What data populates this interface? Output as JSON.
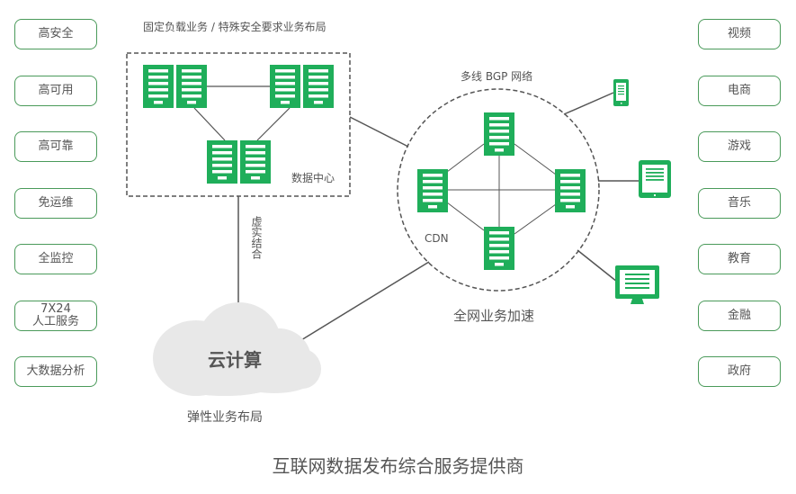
{
  "left_features": [
    {
      "label": "高安全"
    },
    {
      "label": "高可用"
    },
    {
      "label": "高可靠"
    },
    {
      "label": "免运维"
    },
    {
      "label": "全监控"
    },
    {
      "label": "7X24\n人工服务"
    },
    {
      "label": "大数据分析"
    }
  ],
  "right_industries": [
    {
      "label": "视频"
    },
    {
      "label": "电商"
    },
    {
      "label": "游戏"
    },
    {
      "label": "音乐"
    },
    {
      "label": "教育"
    },
    {
      "label": "金融"
    },
    {
      "label": "政府"
    }
  ],
  "datacenter": {
    "title": "固定负载业务 / 特殊安全要求业务布局",
    "label": "数据中心",
    "server_icon": "server-icon"
  },
  "link_label": "虚实结合",
  "cloud": {
    "label": "云计算",
    "caption": "弹性业务布局"
  },
  "network": {
    "title": "多线 BGP 网络",
    "cdn_label": "CDN",
    "caption": "全网业务加速"
  },
  "devices": [
    {
      "icon": "phone-icon"
    },
    {
      "icon": "tablet-icon"
    },
    {
      "icon": "monitor-icon"
    }
  ],
  "footer_title": "互联网数据发布综合服务提供商",
  "colors": {
    "accent_green": "#1fae5a",
    "pill_border": "#4a9a5a",
    "text": "#555555",
    "line": "#555555",
    "cloud_fill": "#e8e8e8"
  }
}
